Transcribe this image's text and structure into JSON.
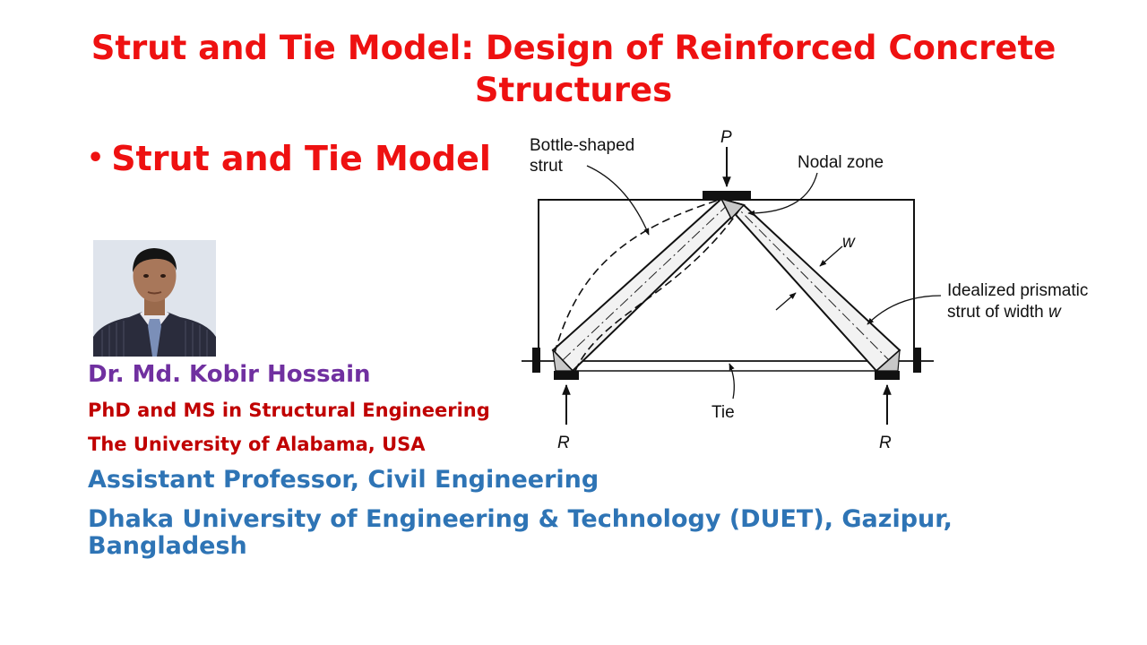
{
  "slide": {
    "title": "Strut and Tie Model: Design of Reinforced Concrete Structures",
    "bullet": "Strut and Tie Model"
  },
  "presenter": {
    "name": "Dr. Md. Kobir Hossain",
    "degree": "PhD and MS in Structural Engineering",
    "university": "The University of Alabama, USA",
    "position": "Assistant Professor, Civil Engineering",
    "institution": "Dhaka University of Engineering & Technology (DUET), Gazipur, Bangladesh"
  },
  "diagram": {
    "labels": {
      "bottle_line1": "Bottle-shaped",
      "bottle_line2": "strut",
      "load": "P",
      "nodal_zone": "Nodal zone",
      "width": "w",
      "idealized_line1": "Idealized prismatic",
      "idealized_line2": "strut of width ",
      "idealized_w": "w",
      "tie": "Tie",
      "reaction_left": "R",
      "reaction_right": "R"
    }
  },
  "colors": {
    "title": "#ee1111",
    "name": "#7030a0",
    "credentials": "#c00000",
    "affiliation": "#2e74b5"
  }
}
